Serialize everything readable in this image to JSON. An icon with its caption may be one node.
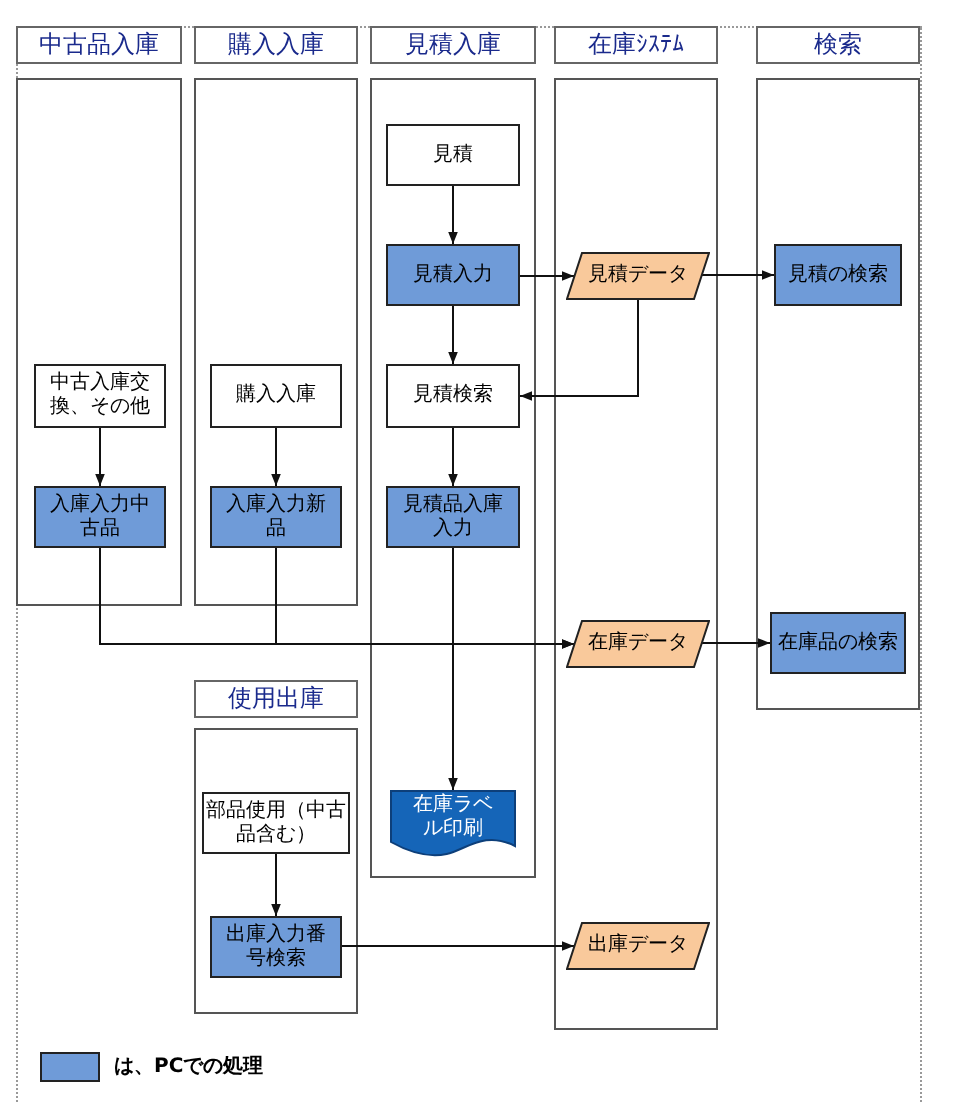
{
  "diagram": {
    "nodes": [
      {
        "text": [
          "中古品入庫"
        ]
      },
      {
        "text": [
          "中古入庫交換、その他"
        ],
        "in": 0
      },
      {
        "text": [
          "入庫入力中古品"
        ],
        "in": 0
      },
      {
        "text": [
          "購入入庫"
        ]
      },
      {
        "text": [
          "購入入庫"
        ],
        "in": 3
      },
      {
        "text": [
          "入庫入力新品"
        ],
        "in": 3
      },
      {
        "text": [
          "見積入庫"
        ]
      },
      {
        "text": [
          "見積"
        ],
        "in": 6
      },
      {
        "text": [
          "見積入力"
        ],
        "in": 6
      },
      {
        "text": [
          "見積検索"
        ],
        "in": 6
      },
      {
        "text": [
          "見積品入庫入力"
        ],
        "in": 6
      },
      {
        "text": [
          "在庫ラベル印刷"
        ],
        "in": 6
      },
      {
        "text": [
          "在庫ｼｽﾃﾑ"
        ]
      },
      {
        "text": [
          "見積データ"
        ],
        "in": 12
      },
      {
        "text": [
          "在庫データ"
        ],
        "in": 12
      },
      {
        "text": [
          "出庫データ"
        ],
        "in": 12
      },
      {
        "text": [
          "検索"
        ]
      },
      {
        "text": [
          "見積の検索"
        ],
        "in": 16
      },
      {
        "text": [
          "在庫品の検索"
        ],
        "in": 16
      },
      {
        "text": [
          "使用出庫"
        ]
      },
      {
        "text": [
          "部品使用（中古品含む）"
        ],
        "in": 19
      },
      {
        "text": [
          "出庫入力番号検索"
        ],
        "in": 19
      }
    ],
    "edges": [
      {
        "from": 7,
        "to": 8,
        "arrow": "to"
      },
      {
        "from": 8,
        "to": 9,
        "arrow": "to"
      },
      {
        "from": 9,
        "to": 10,
        "arrow": "to"
      },
      {
        "from": 10,
        "to": 11,
        "arrow": "to"
      },
      {
        "from": 8,
        "to": 13,
        "arrow": "to"
      },
      {
        "from": 13,
        "to": 17,
        "arrow": "to"
      },
      {
        "from": 13,
        "to": 9,
        "arrow": "to"
      },
      {
        "from": 1,
        "to": 2,
        "arrow": "to"
      },
      {
        "from": 4,
        "to": 5,
        "arrow": "to"
      },
      {
        "from": 2,
        "to": 14,
        "arrow": "to"
      },
      {
        "from": 5,
        "to": 14,
        "arrow": "to"
      },
      {
        "from": 14,
        "to": 18,
        "arrow": "to"
      },
      {
        "from": 20,
        "to": 21,
        "arrow": "to"
      },
      {
        "from": 21,
        "to": 15,
        "arrow": "to"
      }
    ],
    "legend": [
      {
        "text": "は、PCでの処理",
        "color": "#6f9bd8"
      }
    ]
  }
}
